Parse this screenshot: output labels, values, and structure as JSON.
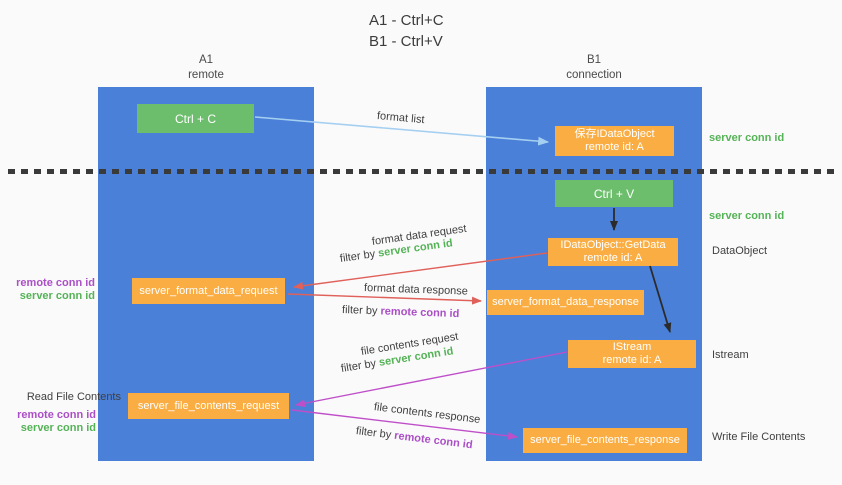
{
  "title": {
    "line1": "A1 - Ctrl+C",
    "line2": "B1 - Ctrl+V"
  },
  "columns": {
    "left": {
      "id": "A1",
      "role": "remote"
    },
    "right": {
      "id": "B1",
      "role": "connection"
    }
  },
  "nodes": {
    "ctrl_c": {
      "label": "Ctrl + C"
    },
    "save_dataobject": {
      "line1": "保存IDataObject",
      "line2": "remote id: A"
    },
    "ctrl_v": {
      "label": "Ctrl + V"
    },
    "getdata": {
      "line1": "IDataObject::GetData",
      "line2": "remote id: A"
    },
    "format_request": {
      "label": "server_format_data_request"
    },
    "format_response": {
      "label": "server_format_data_response"
    },
    "istream": {
      "line1": "IStream",
      "line2": "remote id: A"
    },
    "file_request": {
      "label": "server_file_contents_request"
    },
    "file_response": {
      "label": "server_file_contents_response"
    }
  },
  "edge_labels": {
    "format_list": "format list",
    "format_data_request": "format data request",
    "format_data_response": "format data response",
    "file_contents_request": "file contents request",
    "file_contents_response": "file contents response",
    "filter_by": "filter by",
    "server_conn_id": "server conn id",
    "remote_conn_id": "remote conn id"
  },
  "annotations": {
    "server_conn_id_top": "server conn id",
    "server_conn_id_mid": "server conn id",
    "dataobject": "DataObject",
    "istream": "Istream",
    "write_file_contents": "Write File Contents",
    "read_file_contents": "Read File Contents",
    "remote_conn_id": "remote conn id",
    "server_conn_id": "server conn id"
  },
  "colors": {
    "lifeline_blue": "#4a80d8",
    "node_green": "#6cbe6c",
    "node_orange": "#f9ad42",
    "arrow_red": "#e0605a",
    "arrow_magenta": "#bf4fc9",
    "arrow_cyan": "#a5cff1",
    "arrow_black": "#2b2b2b",
    "text_green": "#55b357",
    "text_purple": "#ab4fc7",
    "text_dark": "#3f3f3f"
  }
}
